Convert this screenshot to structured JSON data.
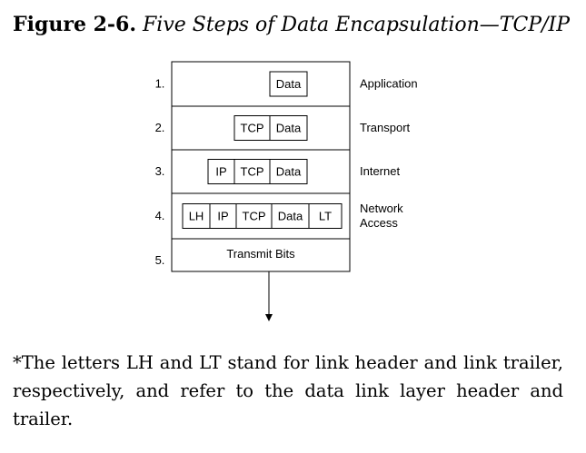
{
  "caption": {
    "number": "Figure 2-6.",
    "title": "Five Steps of Data Encapsulation—TCP/IP"
  },
  "steps": [
    {
      "number": "1.",
      "layer": "Application",
      "fields": [
        "Data"
      ]
    },
    {
      "number": "2.",
      "layer": "Transport",
      "fields": [
        "TCP",
        "Data"
      ]
    },
    {
      "number": "3.",
      "layer": "Internet",
      "fields": [
        "IP",
        "TCP",
        "Data"
      ]
    },
    {
      "number": "4.",
      "layer": "Network\nAccess",
      "fields": [
        "LH",
        "IP",
        "TCP",
        "Data",
        "LT"
      ]
    },
    {
      "number": "5.",
      "layer": "",
      "fields": []
    }
  ],
  "transmit_label": "Transmit Bits",
  "footnote": "*The letters LH and LT stand for link header and link trailer, respectively, and refer to the data link layer header and trailer."
}
